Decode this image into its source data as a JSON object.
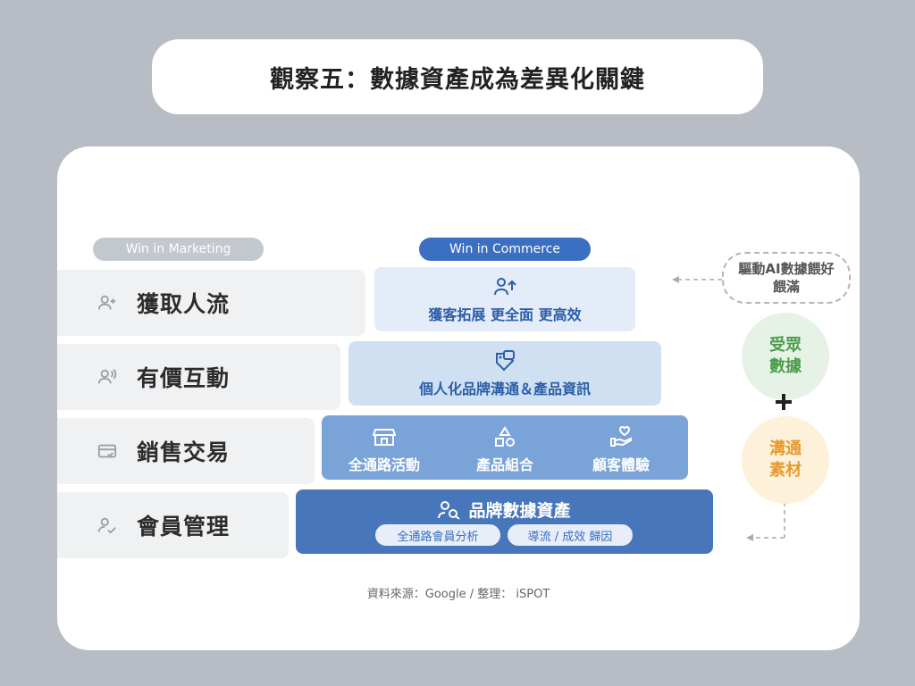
{
  "title": "觀察五：數據資產成為差異化關鍵",
  "left_header": "Win in Marketing",
  "right_header": "Win in Commerce",
  "rows": [
    {
      "label": "獲取人流"
    },
    {
      "label": "有價互動"
    },
    {
      "label": "銷售交易"
    },
    {
      "label": "會員管理"
    }
  ],
  "tiers": {
    "t1": "獲客拓展 更全面 更高效",
    "t2": "個人化品牌溝通＆產品資訊",
    "t3": [
      "全通路活動",
      "產品組合",
      "顧客體驗"
    ],
    "t4": "品牌數據資產",
    "t4_subs": [
      "全通路會員分析",
      "導流 / 成效 歸因"
    ]
  },
  "side": {
    "dashed": "驅動AI數據餵好餵滿",
    "green": "受眾數據",
    "orange": "溝通素材"
  },
  "source": "資料來源：Google / 整理： iSPOT",
  "colors": {
    "background": "#b8bcc4",
    "blue_dark": "#4876bb",
    "blue_mid": "#7aa3d8",
    "blue_light": "#cfe0f3",
    "blue_pale": "#e3ecf8",
    "green": "#4a9b4c",
    "orange": "#e89a2a"
  }
}
